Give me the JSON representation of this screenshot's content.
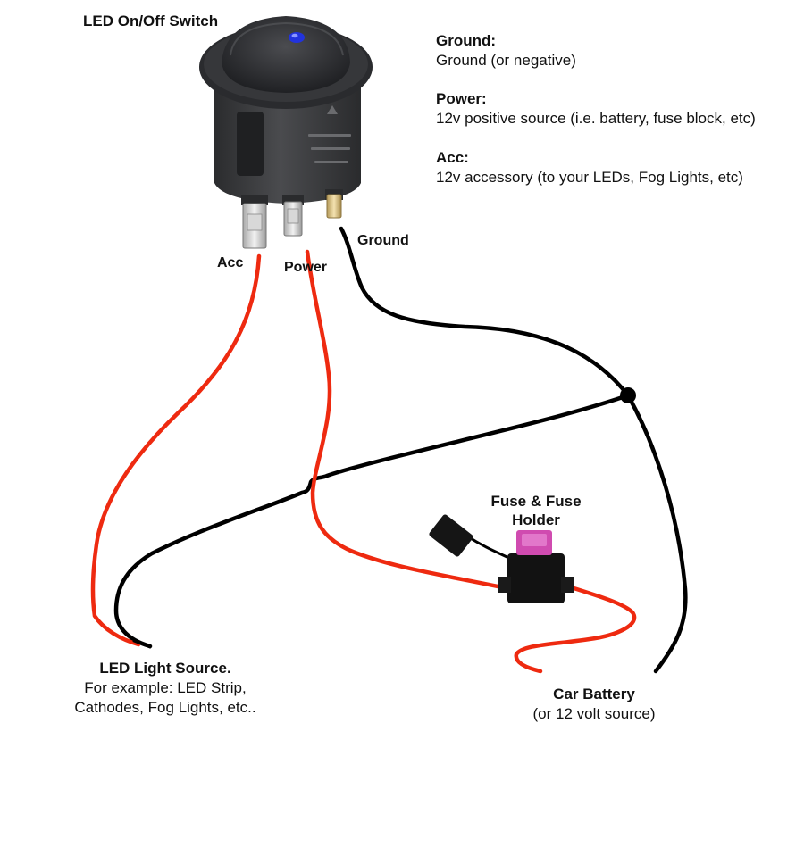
{
  "title": "LED On/Off Switch",
  "legend": [
    {
      "term": "Ground:",
      "description": "Ground (or negative)"
    },
    {
      "term": "Power:",
      "description": "12v positive source (i.e. battery, fuse block, etc)"
    },
    {
      "term": "Acc:",
      "description": "12v accessory (to your LEDs, Fog Lights, etc)"
    }
  ],
  "terminals": {
    "acc": "Acc",
    "power": "Power",
    "ground": "Ground"
  },
  "fuse": {
    "line1": "Fuse & Fuse",
    "line2": "Holder"
  },
  "led_source": {
    "title": "LED Light Source.",
    "line1": "For example: LED Strip,",
    "line2": "Cathodes, Fog Lights, etc.."
  },
  "battery": {
    "title": "Car Battery",
    "subtitle": "(or 12 volt source)"
  },
  "colors": {
    "red_wire": "#ee2a10",
    "black_wire": "#000000",
    "switch_body": "#3a3b3d",
    "led_indicator": "#2233dd",
    "fuse_pink": "#d04bb0"
  }
}
